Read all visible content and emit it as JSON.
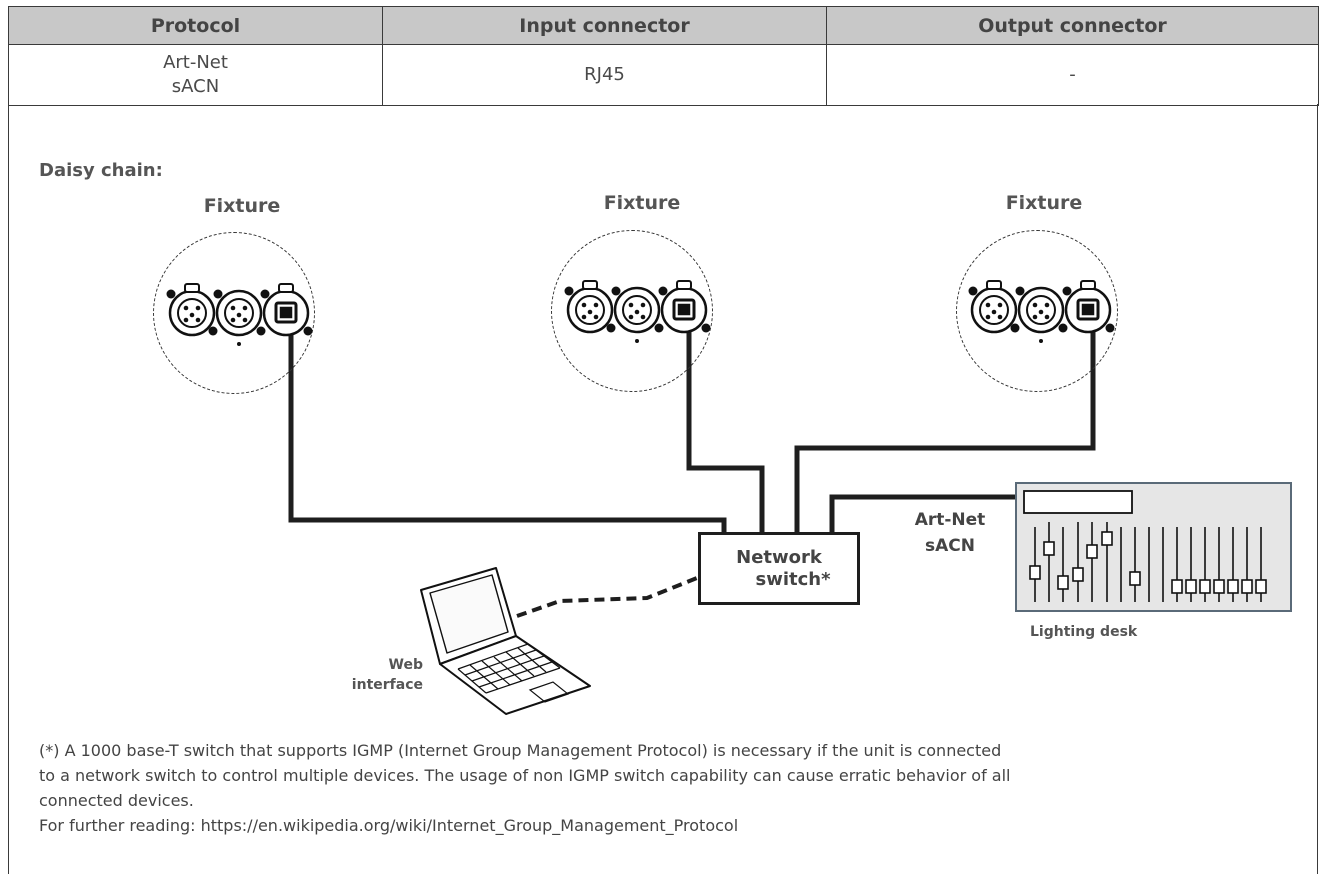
{
  "table": {
    "headers": [
      "Protocol",
      "Input connector",
      "Output connector"
    ],
    "row": {
      "protocol_lines": [
        "Art-Net",
        "sACN"
      ],
      "input": "RJ45",
      "output": "-"
    }
  },
  "diagram": {
    "heading": "Daisy chain:",
    "fixtures": [
      {
        "label": "Fixture"
      },
      {
        "label": "Fixture"
      },
      {
        "label": "Fixture"
      }
    ],
    "switch_lines": [
      "Network",
      "switch*"
    ],
    "protocol_lines": [
      "Art-Net",
      "sACN"
    ],
    "desk_label": "Lighting desk",
    "web_lines": [
      "Web",
      "interface"
    ]
  },
  "footnote": {
    "lines": [
      "(*) A 1000 base-T switch that supports IGMP (Internet Group Management Protocol) is necessary if the unit is connected",
      "to a network switch to control multiple devices. The usage of non IGMP switch capability can cause erratic behavior of all",
      "connected devices.",
      "For further reading: https://en.wikipedia.org/wiki/Internet_Group_Management_Protocol"
    ]
  },
  "colors": {
    "header_bg": "#c8c8c8",
    "line": "#1e1e1e",
    "desk_bg": "#e6e6e6"
  }
}
